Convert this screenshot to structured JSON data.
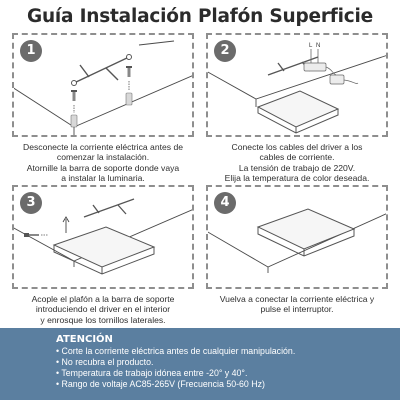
{
  "title": "Guía Instalación Plafón Superficie",
  "steps": [
    {
      "number": "1",
      "lines": [
        "Desconecte la corriente eléctrica antes de",
        "comenzar la instalación.",
        "Atornille la barra de soporte donde vaya",
        "a instalar la luminaria."
      ]
    },
    {
      "number": "2",
      "lines": [
        "Conecte los cables del driver a los",
        "cables de corriente.",
        "La tensión de trabajo de 220V.",
        "Elija la temperatura de color deseada."
      ],
      "wire_labels": [
        "L",
        "N"
      ]
    },
    {
      "number": "3",
      "lines": [
        "Acople el plafón a la barra de soporte",
        "introduciendo el driver en el interior",
        "y enrosque los tornillos laterales."
      ]
    },
    {
      "number": "4",
      "lines": [
        "Vuelva a conectar la corriente eléctrica y",
        "pulse el interruptor."
      ]
    }
  ],
  "attention": {
    "title": "ATENCIÓN",
    "items": [
      "Corte la corriente eléctrica antes de cualquier manipulación.",
      "No recubra el producto.",
      "Temperatura de trabajo idónea entre -20° y 40°.",
      "Rango de voltaje AC85-265V (Frecuencia 50-60 Hz)"
    ]
  },
  "colors": {
    "badge": "#6b6b6b",
    "attention_bg": "#5b7fa0",
    "border": "#8e8e8e",
    "text": "#2e2e2e"
  }
}
